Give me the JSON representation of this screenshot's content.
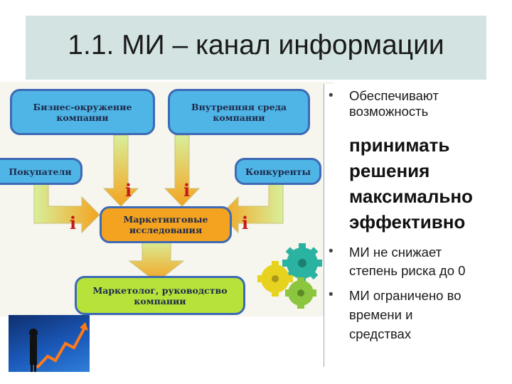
{
  "title": "1.1. МИ – канал информации",
  "diagram": {
    "box_business": "Бизнес-окружение компании",
    "box_internal": "Внутренняя среда компании",
    "box_buyers": "Покупатели",
    "box_competitors": "Конкуренты",
    "box_research": "Маркетинговые исследования",
    "box_marketer": "Маркетолог, руководство компании",
    "info_marker": "i",
    "colors": {
      "blue_box": "#4fb4e6",
      "orange_box": "#f4a320",
      "green_box": "#b6e23a",
      "border": "#3d6ab5",
      "info_mark": "#c31a1a"
    }
  },
  "bullets": {
    "item1_line1": "Обеспечивают",
    "item1_line2": "возможность",
    "item1_bold1": "принимать",
    "item1_bold2": "решения",
    "item1_bold3": "максимально",
    "item1_bold4": "эффективно",
    "item2_line1": "МИ не снижает",
    "item2_line2": "степень риска до 0",
    "item3_line1": "МИ ограничено во",
    "item3_line2": "времени и",
    "item3_line3": "средствах",
    "bullet_char": "•"
  },
  "icons": {
    "gears": "gears-icon",
    "growth": "business-growth-icon"
  }
}
